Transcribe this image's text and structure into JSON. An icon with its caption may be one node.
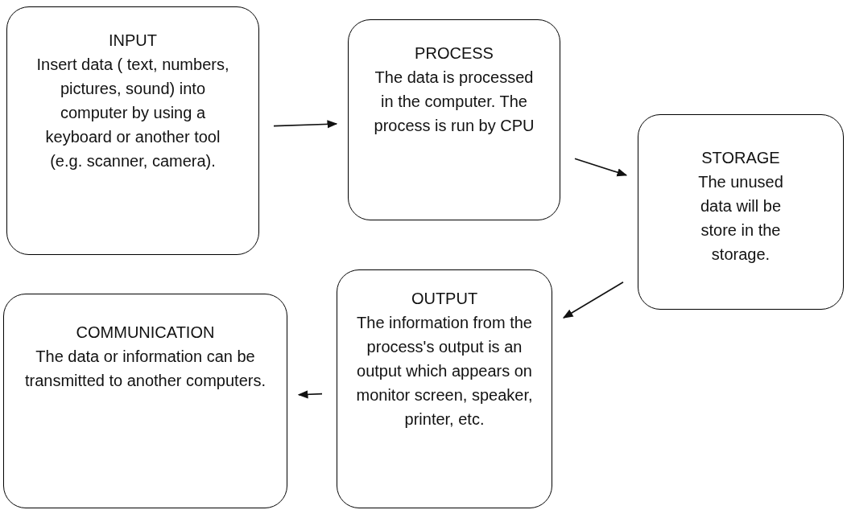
{
  "diagram": {
    "nodes": [
      {
        "text": [
          "INPUT",
          "Insert data ( text, numbers, pictures, sound) into computer by using a keyboard or another tool (e.g. scanner, camera)."
        ]
      },
      {
        "text": [
          "PROCESS",
          "The data is processed in the computer. The process is run by CPU"
        ]
      },
      {
        "text": [
          "STORAGE",
          "The unused data will be store in the storage."
        ]
      },
      {
        "text": [
          "OUTPUT",
          "The information from the process's output is an output which appears on monitor screen, speaker, printer, etc."
        ]
      },
      {
        "text": [
          "COMMUNICATION",
          "The data or information can be transmitted to another computers."
        ]
      }
    ],
    "edges": [
      {
        "from": 0,
        "to": 1,
        "arrow": "to"
      },
      {
        "from": 1,
        "to": 2,
        "arrow": "to"
      },
      {
        "from": 2,
        "to": 3,
        "arrow": "to"
      },
      {
        "from": 3,
        "to": 4,
        "arrow": "to"
      }
    ]
  }
}
